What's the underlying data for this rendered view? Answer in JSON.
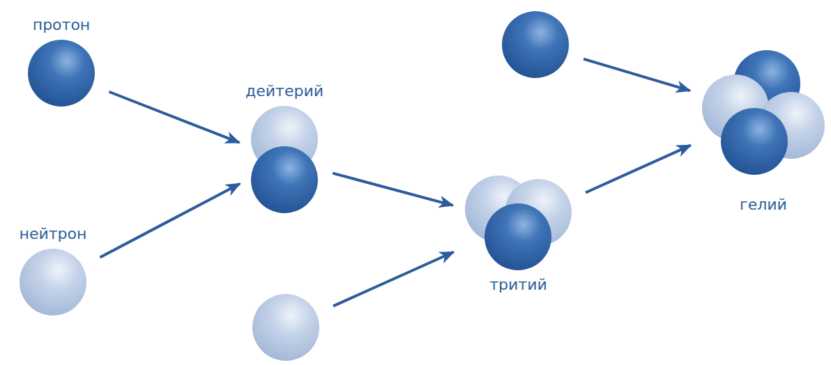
{
  "diagram": {
    "nodes": [
      {
        "text": [
          "протон"
        ]
      },
      {
        "text": [
          "нейтрон"
        ]
      },
      {
        "text": [
          "дейтерий"
        ]
      },
      {
        "text": []
      },
      {
        "text": [
          "тритий"
        ]
      },
      {
        "text": []
      },
      {
        "text": [
          "гелий"
        ]
      }
    ],
    "edges": [
      {
        "from": 0,
        "to": 2,
        "arrow": "to"
      },
      {
        "from": 1,
        "to": 2,
        "arrow": "to"
      },
      {
        "from": 2,
        "to": 4,
        "arrow": "to"
      },
      {
        "from": 3,
        "to": 4,
        "arrow": "to"
      },
      {
        "from": 5,
        "to": 6,
        "arrow": "to"
      },
      {
        "from": 4,
        "to": 6,
        "arrow": "to"
      }
    ]
  }
}
